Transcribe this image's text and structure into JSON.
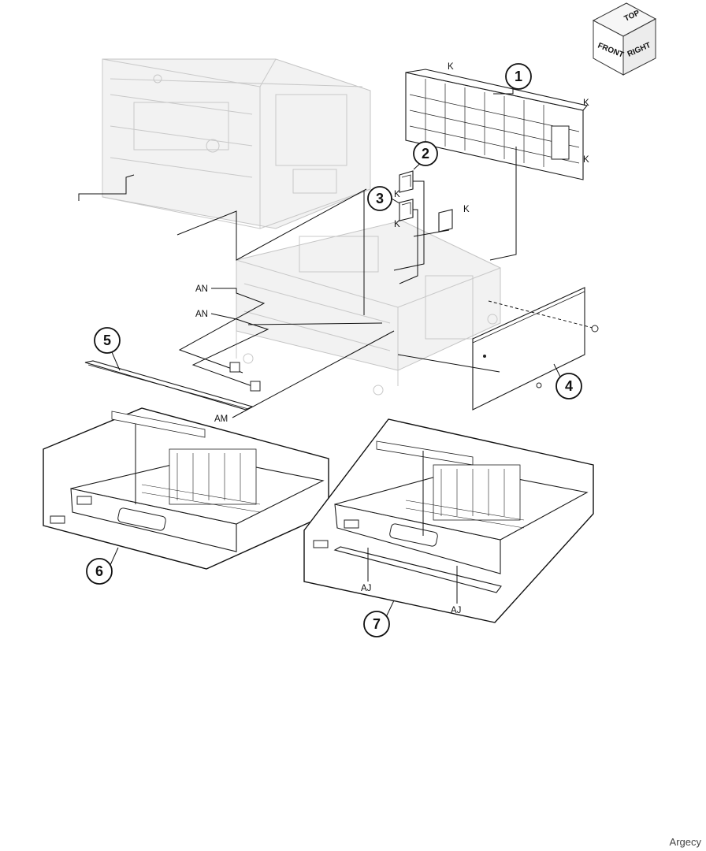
{
  "orientation_cube": {
    "top": "TOP",
    "front": "FRONT",
    "right": "RIGHT"
  },
  "callouts": [
    {
      "id": "c1",
      "number": "1"
    },
    {
      "id": "c2",
      "number": "2"
    },
    {
      "id": "c3",
      "number": "3"
    },
    {
      "id": "c4",
      "number": "4"
    },
    {
      "id": "c5",
      "number": "5"
    },
    {
      "id": "c6",
      "number": "6"
    },
    {
      "id": "c7",
      "number": "7"
    }
  ],
  "letter_labels": {
    "k1": "K",
    "k2": "K",
    "k3": "K",
    "k4": "K",
    "k5": "K",
    "k6": "K",
    "an1": "AN",
    "an2": "AN",
    "am": "AM",
    "aj1": "AJ",
    "aj2": "AJ"
  },
  "watermark": "Argecy"
}
